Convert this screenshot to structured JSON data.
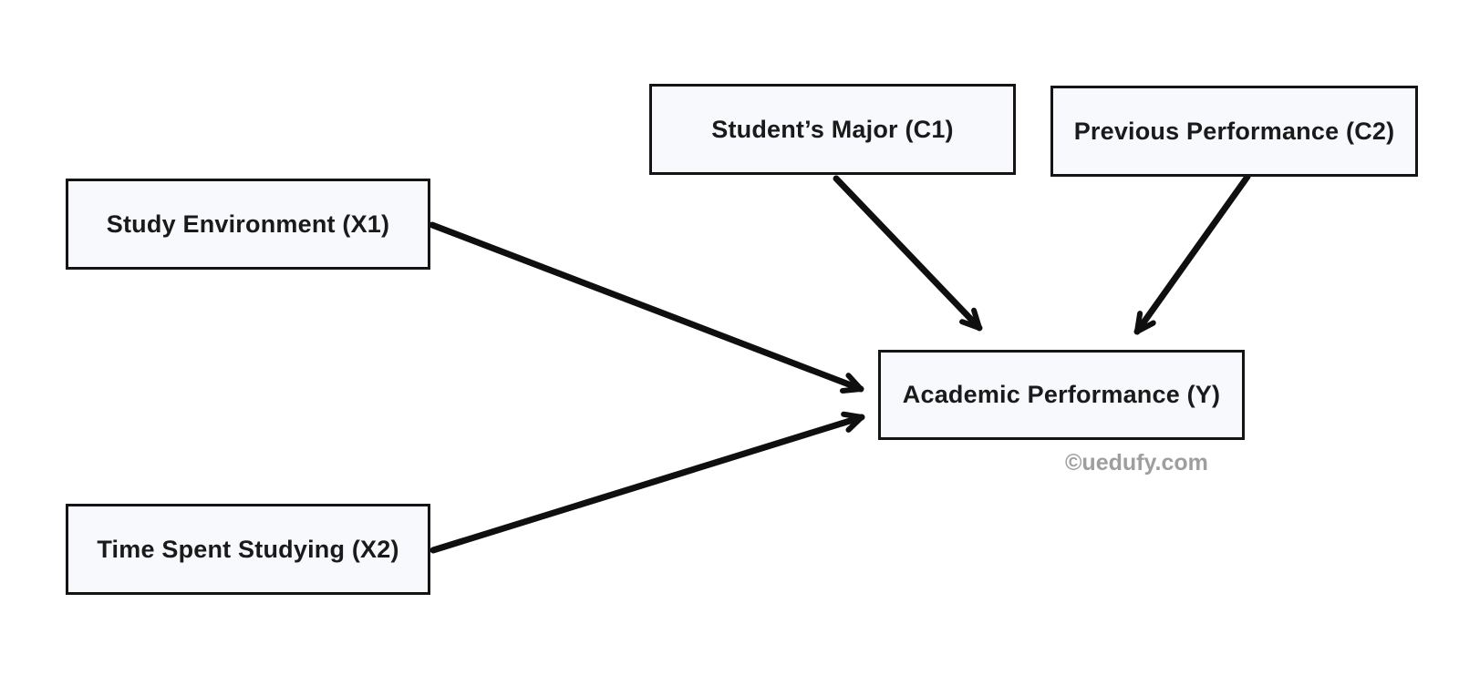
{
  "diagram": {
    "type": "path-model",
    "nodes": {
      "x1": {
        "id": "X1",
        "label": "Study Environment (X1)"
      },
      "x2": {
        "id": "X2",
        "label": "Time Spent Studying (X2)"
      },
      "c1": {
        "id": "C1",
        "label": "Student’s Major (C1)"
      },
      "c2": {
        "id": "C2",
        "label": "Previous Performance (C2)"
      },
      "y": {
        "id": "Y",
        "label": "Academic Performance (Y)"
      }
    },
    "edges": [
      {
        "from": "Study Environment (X1)",
        "to": "Academic Performance (Y)",
        "style": "arrow"
      },
      {
        "from": "Time Spent Studying (X2)",
        "to": "Academic Performance (Y)",
        "style": "arrow"
      },
      {
        "from": "Student’s Major (C1)",
        "to": "Academic Performance (Y)",
        "style": "arrow"
      },
      {
        "from": "Previous Performance (C2)",
        "to": "Academic Performance (Y)",
        "style": "arrow"
      }
    ],
    "colors": {
      "node_fill": "#f8f9fc",
      "node_border": "#141414",
      "node_text": "#1a1a1a",
      "arrow": "#0f0f0f",
      "watermark_text_color": "#9e9e9e",
      "background": "#ffffff"
    }
  },
  "watermark": {
    "text": "©uedufy.com"
  }
}
